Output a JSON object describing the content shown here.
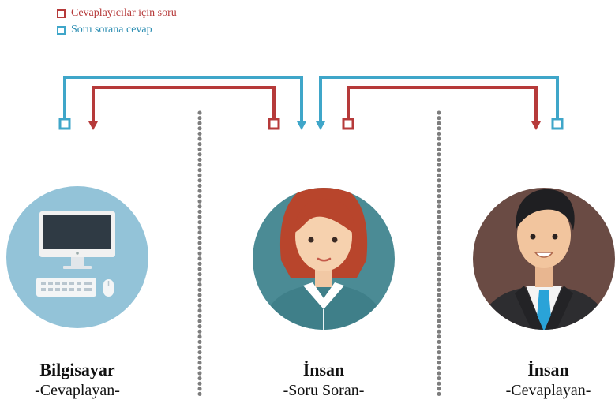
{
  "legend": {
    "question": "Cevaplayıcılar için  soru",
    "answer": "Soru sorana cevap"
  },
  "colors": {
    "question": "#b63a3a",
    "answer": "#3fa6c9",
    "computer_circle": "#93c3d8",
    "woman_circle": "#4b8b95",
    "man_circle": "#6a4b44",
    "divider": "#7d7d7d"
  },
  "nodes": [
    {
      "icon": "computer-icon",
      "name": "Bilgisayar",
      "role": "-Cevaplayan-"
    },
    {
      "icon": "woman-avatar-icon",
      "name": "İnsan",
      "role": "-Soru Soran-"
    },
    {
      "icon": "man-avatar-icon",
      "name": "İnsan",
      "role": "-Cevaplayan-"
    }
  ]
}
